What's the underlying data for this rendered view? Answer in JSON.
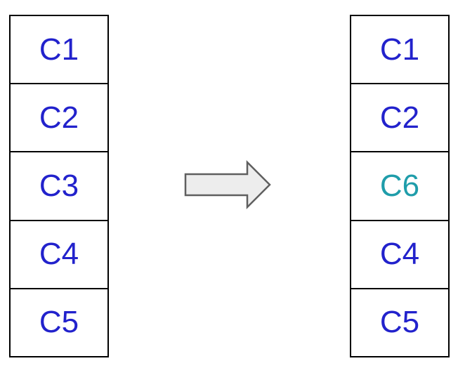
{
  "diagram": {
    "description": "Column replacement diagram: C3 replaced by C6",
    "left_column": {
      "cells": [
        {
          "label": "C1",
          "color": "#2222cc"
        },
        {
          "label": "C2",
          "color": "#2222cc"
        },
        {
          "label": "C3",
          "color": "#2222cc"
        },
        {
          "label": "C4",
          "color": "#2222cc"
        },
        {
          "label": "C5",
          "color": "#2222cc"
        }
      ]
    },
    "right_column": {
      "cells": [
        {
          "label": "C1",
          "color": "#2222cc"
        },
        {
          "label": "C2",
          "color": "#2222cc"
        },
        {
          "label": "C6",
          "color": "#1f9daa"
        },
        {
          "label": "C4",
          "color": "#2222cc"
        },
        {
          "label": "C5",
          "color": "#2222cc"
        }
      ]
    },
    "arrow": {
      "direction": "right",
      "fill": "#ededed",
      "stroke": "#5f5f5f"
    },
    "colors": {
      "box_border": "#000000",
      "background": "#ffffff",
      "text_blue": "#2222cc",
      "text_teal": "#1f9daa"
    }
  }
}
